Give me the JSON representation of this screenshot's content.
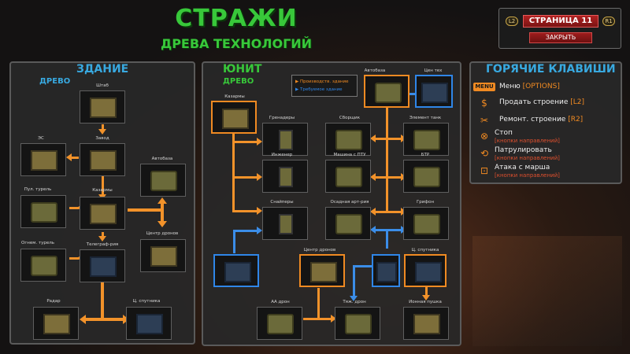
{
  "title": {
    "main": "СТРАЖИ",
    "sub": "ДРЕВА ТЕХНОЛОГИЙ"
  },
  "page": {
    "label": "СТРАНИЦА 11",
    "left_trigger": "L2",
    "right_trigger": "R1",
    "close": "ЗАКРЫТЬ"
  },
  "building_panel": {
    "title": "ЗДАНИЕ",
    "subtitle": "ДРЕВО",
    "nodes": {
      "hq": "Штаб",
      "power": "ЭС",
      "factory": "Завод",
      "autobase": "Автобаза",
      "mg_turret": "Пул. турель",
      "barracks": "Казармы",
      "drone_center": "Центр дронов",
      "flame_turret": "Огнем. турель",
      "telegraph": "Телеграф-рия",
      "radar": "Радар",
      "satellite": "Ц. спутника"
    }
  },
  "unit_panel": {
    "title": "ЮНИТ",
    "subtitle": "ДРЕВО",
    "legend": {
      "prod": "Производств. здание",
      "req": "Требуемое здание"
    },
    "nodes": {
      "barracks_src": "Казармы",
      "grenadier": "Гренадеры",
      "engineer": "Инженер",
      "sniper": "Снайперы",
      "builder": "Сборщик",
      "atgm_car": "Машина с ПТУ",
      "siege_art": "Осадная арт-рия",
      "tank": "Элемент танк",
      "apc": "БТР",
      "griffin": "Грифон",
      "factory_src": "Автобаза",
      "tech_src": "Цен тех",
      "tech_left": "",
      "drone_center": "Центр дронов",
      "aa_drone": "АА дрон",
      "heavy_drone": "Тяж. дрон",
      "telegraph": "",
      "satellite": "Ц. спутника",
      "ion_cannon": "Ионная пушка"
    }
  },
  "hotkeys": {
    "title": "ГОРЯЧИЕ КЛАВИШИ",
    "menu": {
      "label": "Меню ",
      "key": "[OPTIONS]",
      "badge": "MENU"
    },
    "sell": {
      "label": "Продать строение ",
      "key": "[L2]"
    },
    "repair": {
      "label": "Ремонт. строение ",
      "key": "[R2]"
    },
    "stop": {
      "label": "Стоп",
      "hint": "[кнопки направлений]"
    },
    "patrol": {
      "label": "Патрулировать",
      "hint": "[кнопки направлений]"
    },
    "attack": {
      "label": "Атака с марша",
      "hint": "[кнопки направлений]"
    }
  },
  "colors": {
    "green": "#38c83a",
    "orange": "#f08a22",
    "blue": "#2f86e8",
    "red": "#b32222"
  }
}
